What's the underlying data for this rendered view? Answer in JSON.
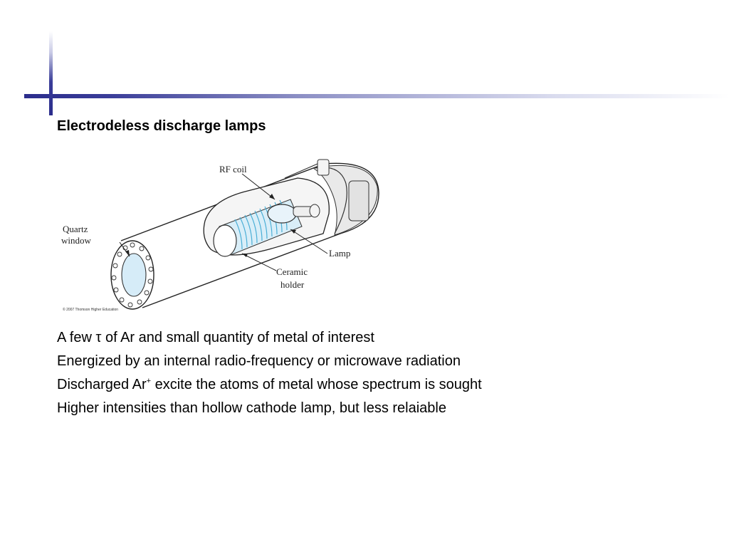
{
  "slide": {
    "title": "Electrodeless discharge lamps",
    "colors": {
      "accent": "#2b2d8c"
    }
  },
  "figure": {
    "labels": {
      "rf_coil": "RF coil",
      "quartz_line1": "Quartz",
      "quartz_line2": "window",
      "lamp": "Lamp",
      "ceramic_line1": "Ceramic",
      "ceramic_line2": "holder",
      "copyright": "© 2007 Thomson Higher Education"
    }
  },
  "bullets": [
    {
      "pre": "A few ",
      "symbol": "τ",
      "post": " of Ar and small quantity of metal of interest"
    },
    {
      "text": "Energized by an internal radio-frequency or microwave radiation"
    },
    {
      "pre": "Discharged Ar",
      "sup": "+",
      "post": " excite the atoms of metal whose spectrum is sought"
    },
    {
      "text": "Higher intensities than hollow cathode lamp, but less relaiable"
    }
  ]
}
